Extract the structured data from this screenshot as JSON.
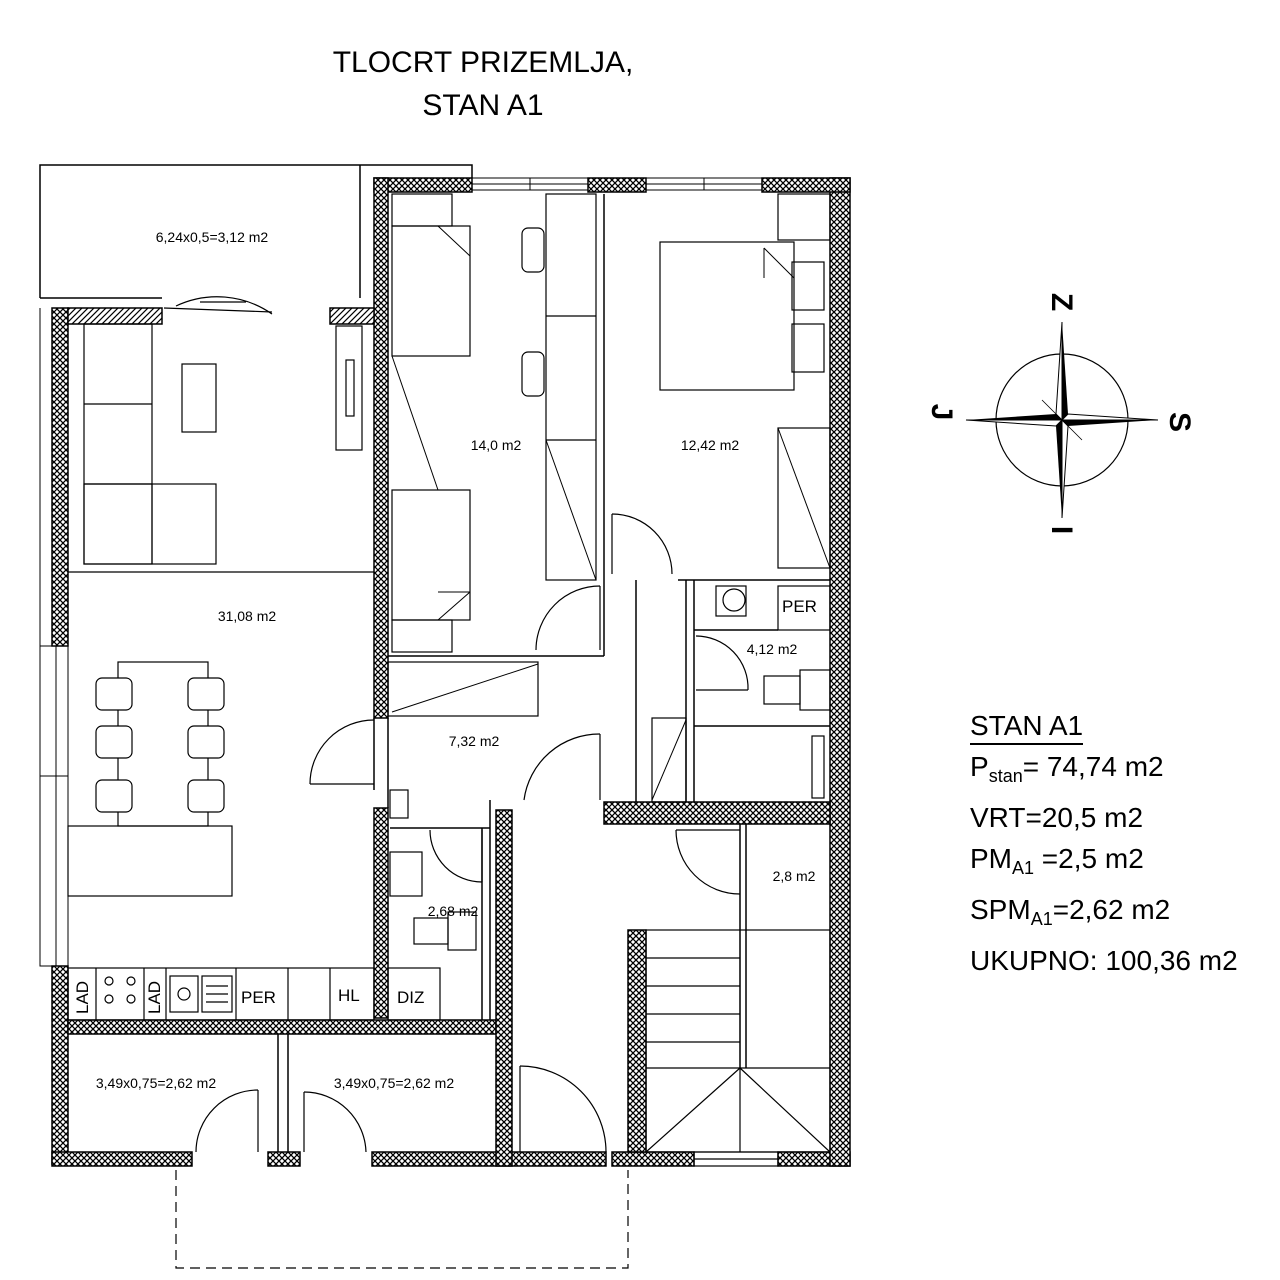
{
  "title": {
    "line1": "TLOCRT PRIZEMLJA,",
    "line2": "STAN A1"
  },
  "rooms": {
    "terrace": "6,24x0,5=3,12 m2",
    "living": "31,08 m2",
    "bedroom1": "14,0 m2",
    "bedroom2": "12,42 m2",
    "bathroom": "4,12 m2",
    "hall": "7,32 m2",
    "wc": "2,68 m2",
    "storage": "2,8 m2",
    "loggia_left": "3,49x0,75=2,62 m2",
    "loggia_right": "3,49x0,75=2,62 m2"
  },
  "fixtures": {
    "lad1": "LAD",
    "lad2": "LAD",
    "per_kitchen": "PER",
    "hl": "HL",
    "diz": "DIZ",
    "per_bath": "PER"
  },
  "compass": {
    "north": "Z",
    "south": "I",
    "east": "S",
    "west": "J"
  },
  "summary": {
    "heading": "STAN A1",
    "p_label": "P",
    "p_sub": "stan",
    "p_value": "= 74,74 m2",
    "vrt": "VRT=20,5 m2",
    "pm_label": "PM",
    "pm_sub": "A1",
    "pm_value": " =2,5 m2",
    "spm_label": "SPM",
    "spm_sub": "A1",
    "spm_value": "=2,62 m2",
    "total": "UKUPNO: 100,36 m2"
  }
}
